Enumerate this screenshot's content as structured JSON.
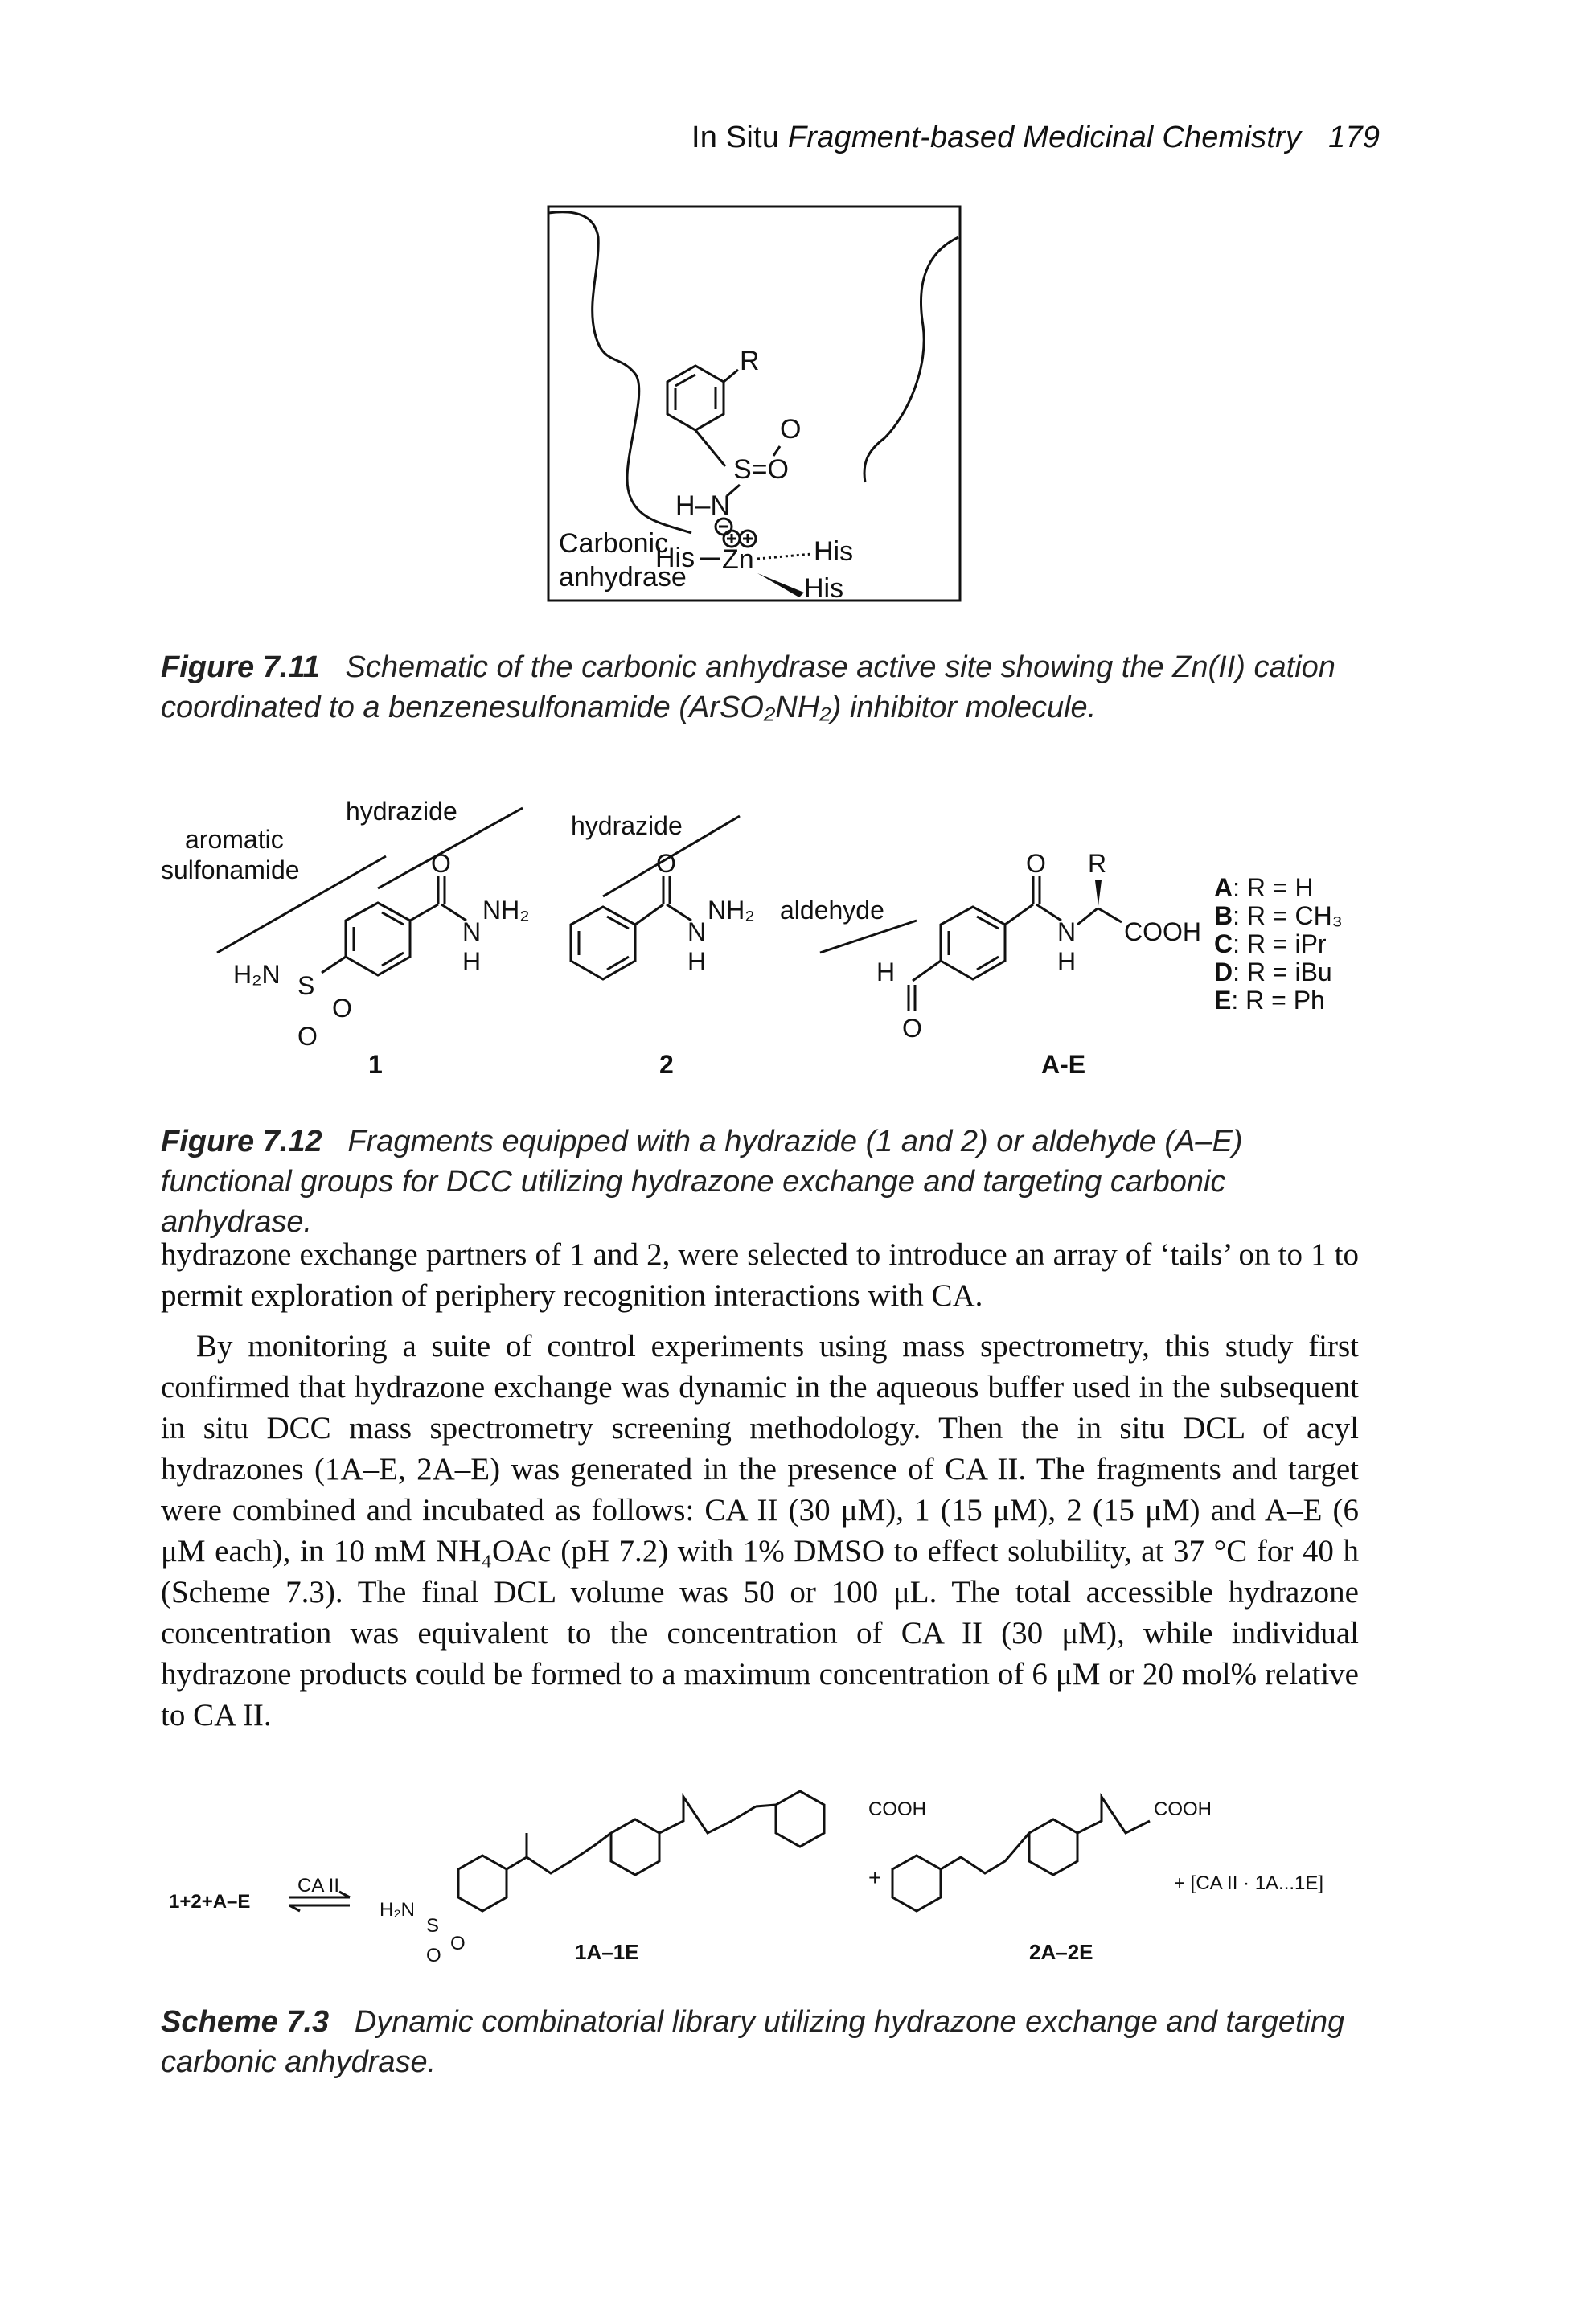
{
  "header": {
    "prefix": "In Situ ",
    "title": "Fragment-based Medicinal Chemistry",
    "page_number": "179"
  },
  "figure_711": {
    "labels": {
      "carbonic": "Carbonic",
      "anhydrase": "anhydrase",
      "his_left": "His",
      "his_right": "His",
      "his_bottom": "His",
      "zn": "Zn",
      "r": "R",
      "o_top": "O",
      "s_eq_o": "S=O",
      "h_n": "H–N"
    },
    "caption_label": "Figure 7.11",
    "caption_text": "Schematic of the carbonic anhydrase active site showing the Zn(II) cation coordinated to a benzenesulfonamide (ArSO₂NH₂) inhibitor molecule."
  },
  "figure_712": {
    "labels": {
      "aromatic_sulfonamide_1": "aromatic",
      "aromatic_sulfonamide_2": "sulfonamide",
      "hydrazide_1": "hydrazide",
      "hydrazide_2": "hydrazide",
      "aldehyde": "aldehyde",
      "nh2_1": "NH₂",
      "nh2_2": "NH₂",
      "cooh": "COOH",
      "h2n": "H₂N",
      "compound_1": "1",
      "compound_2": "2",
      "compound_ae": "A-E"
    },
    "r_groups": [
      {
        "key": "A",
        "text": ": R = H"
      },
      {
        "key": "B",
        "text": ": R = CH₃"
      },
      {
        "key": "C",
        "text": ": R = iPr"
      },
      {
        "key": "D",
        "text": ": R = iBu"
      },
      {
        "key": "E",
        "text": ": R = Ph"
      }
    ],
    "caption_label": "Figure 7.12",
    "caption_text": "Fragments equipped with a hydrazide (1 and 2) or aldehyde (A–E) functional groups for DCC utilizing hydrazone exchange and targeting carbonic anhydrase."
  },
  "body": {
    "paragraph_1": "hydrazone exchange partners of 1 and 2, were selected to introduce an array of ‘tails’ on to 1 to permit exploration of periphery recognition interactions with CA.",
    "paragraph_2": "By monitoring a suite of control experiments using mass spectrometry, this study first confirmed that hydrazone exchange was dynamic in the aqueous buffer used in the subsequent in situ DCC mass spectrometry screening methodology. Then the in situ DCL of acyl hydrazones (1A–E, 2A–E) was generated in the presence of CA II. The fragments and target were combined and incubated as follows: CA II (30 μM), 1 (15 μM), 2 (15 μM) and A–E (6 μM each), in 10 mM NH₄OAc (pH 7.2) with 1% DMSO to effect solubility, at 37 °C for 40 h (Scheme 7.3). The final DCL volume was 50 or 100 μL. The total accessible hydrazone concentration was equivalent to the concentration of CA II (30 μM), while individual hydrazone products could be formed to a maximum concentration of 6 μM or 20 mol% relative to CA II."
  },
  "scheme_73": {
    "labels": {
      "reactants": "1+2+A–E",
      "catalyst": "CA II",
      "product_1": "1A–1E",
      "product_2": "2A–2E",
      "complex": "+ [CA II · 1A...1E]",
      "plus": "+",
      "cooh_1": "COOH",
      "cooh_2": "COOH"
    },
    "caption_label": "Scheme 7.3",
    "caption_text": "Dynamic combinatorial library utilizing hydrazone exchange and targeting carbonic anhydrase."
  }
}
